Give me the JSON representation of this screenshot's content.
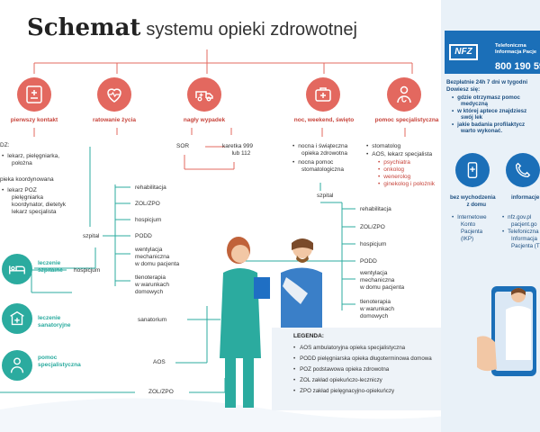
{
  "title": {
    "strong": "Schemat",
    "rest": "systemu opieki   zdrowotnej"
  },
  "categories": [
    {
      "id": "primary",
      "label": "pierwszy kontakt",
      "icon": "medical-card-icon"
    },
    {
      "id": "rescue",
      "label": "ratowanie życia",
      "icon": "heart-pulse-icon"
    },
    {
      "id": "emergency",
      "label": "nagły wypadek",
      "icon": "ambulance-icon"
    },
    {
      "id": "nights",
      "label": "noc, weekend, święto",
      "icon": "medical-kit-icon"
    },
    {
      "id": "specialist",
      "label": "pomoc specjalistyczna",
      "icon": "doctor-icon"
    }
  ],
  "primary": {
    "head": "DZ:",
    "items": [
      "lekarz, pielęgniarka,",
      "położna"
    ],
    "coordinated": "pieka koordynowana",
    "coord_items": [
      "lekarz POZ",
      "pielęgniarka",
      "koordynator, dietetyk",
      "lekarz specjalista"
    ]
  },
  "emergency": {
    "sor": "SOR",
    "ambulance": [
      "karetka 999",
      "lub 112"
    ]
  },
  "nights": {
    "items": [
      "nocna i świąteczna",
      "opieka zdrowotna",
      "nocna pomoc",
      "stomatologiczna"
    ]
  },
  "specialist": {
    "items": [
      "stomatolog",
      "AOS, lekarz specjalista"
    ],
    "sub": [
      "psychiatra",
      "onkolog",
      "wenerolog",
      "ginekolog i położnik"
    ]
  },
  "hospital_left": {
    "label": "szpital",
    "items": [
      "rehabilitacja",
      "ZOL/ZPO",
      "hospicjum",
      "PODD"
    ],
    "vent": [
      "wentylacja",
      "mechaniczna",
      "w domu pacjenta"
    ],
    "oxygen": [
      "tlenoterapia",
      "w warunkach",
      "domowych"
    ]
  },
  "hospital_right": {
    "label": "szpital",
    "items": [
      "rehabilitacja",
      "ZOL/ZPO",
      "hospicjum",
      "PODD"
    ],
    "vent": [
      "wentylacja",
      "mechaniczna",
      "w domu pacjenta"
    ],
    "oxygen": [
      "tlenoterapia",
      "w warunkach",
      "domowych"
    ]
  },
  "treatments": [
    {
      "label": [
        "leczenie",
        "szpitalne"
      ],
      "icon": "hospital-bed-icon"
    },
    {
      "label": [
        "leczenie",
        "sanatoryjne"
      ],
      "icon": "sanatorium-icon"
    },
    {
      "label": [
        "pomoc",
        "specjalistyczna"
      ],
      "icon": "specialist-icon"
    }
  ],
  "flow": {
    "hospice": "hospicjum",
    "sanatorium": "sanatorium",
    "aos": "AOS",
    "zol": "ZOL/ZPO"
  },
  "legend": {
    "title": "LEGENDA:",
    "items": [
      "AOS ambulatoryjna opieka specjalistyczna",
      "PODD pielęgniarska opieka długoterminowa domowa",
      "POZ podstawowa opieka zdrowotna",
      "ZOL zakład opiekuńczo-leczniczy",
      "ZPO zakład pielęgnacyjno-opiekuńczy"
    ]
  },
  "nfz": {
    "logo": "NFZ",
    "service": [
      "Telefoniczna",
      "Informacja Pacje"
    ],
    "phone": "800 190 59",
    "hours": "Bezpłatnie 24h 7 dni w tygodni",
    "learn": "Dowiesz się:",
    "bullets": [
      [
        "gdzie otrzymasz pomoc",
        "medyczną"
      ],
      [
        "w której aptece znajdziesz",
        "swój lek"
      ],
      [
        "jakie badania profilaktycz",
        "warto wykonać."
      ]
    ],
    "channels": [
      {
        "label": [
          "bez wychodzenia",
          "z domu"
        ],
        "icon": "phone-medical-icon"
      },
      {
        "label": [
          "informacje"
        ],
        "icon": "phone-call-icon"
      }
    ],
    "home_items": [
      "Internetowe",
      "Konto",
      "Pacjenta",
      "(IKP)"
    ],
    "info_items": [
      "nfz.gov.pl",
      "pacjent.go",
      "Telefoniczna",
      "Informacja",
      "Pacjenta (T"
    ]
  },
  "colors": {
    "red": "#e3685f",
    "teal": "#2bab9f",
    "blue": "#1b6fb8"
  }
}
